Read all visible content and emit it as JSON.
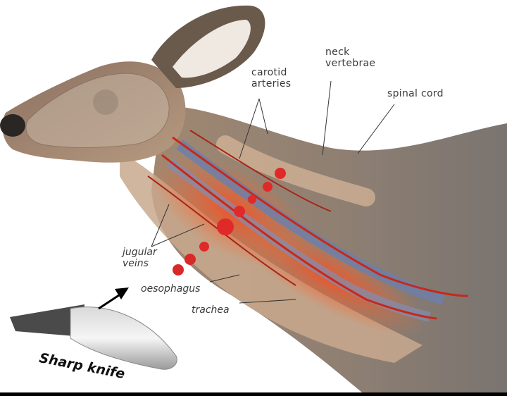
{
  "labels": {
    "carotid_line1": "carotid",
    "carotid_line2": "arteries",
    "neck_line1": "neck",
    "neck_line2": "vertebrae",
    "spinal_cord": "spinal cord",
    "jugular_line1": "jugular",
    "jugular_line2": "veins",
    "oesophagus": "oesophagus",
    "trachea": "trachea",
    "knife": "Sharp knife"
  },
  "colors": {
    "background": "#ffffff",
    "fur_dark": "#6b5a4a",
    "fur_light": "#b59a80",
    "artery_red": "#e0301e",
    "vein_blue": "#6e7fa8",
    "leader_line": "#333333"
  }
}
